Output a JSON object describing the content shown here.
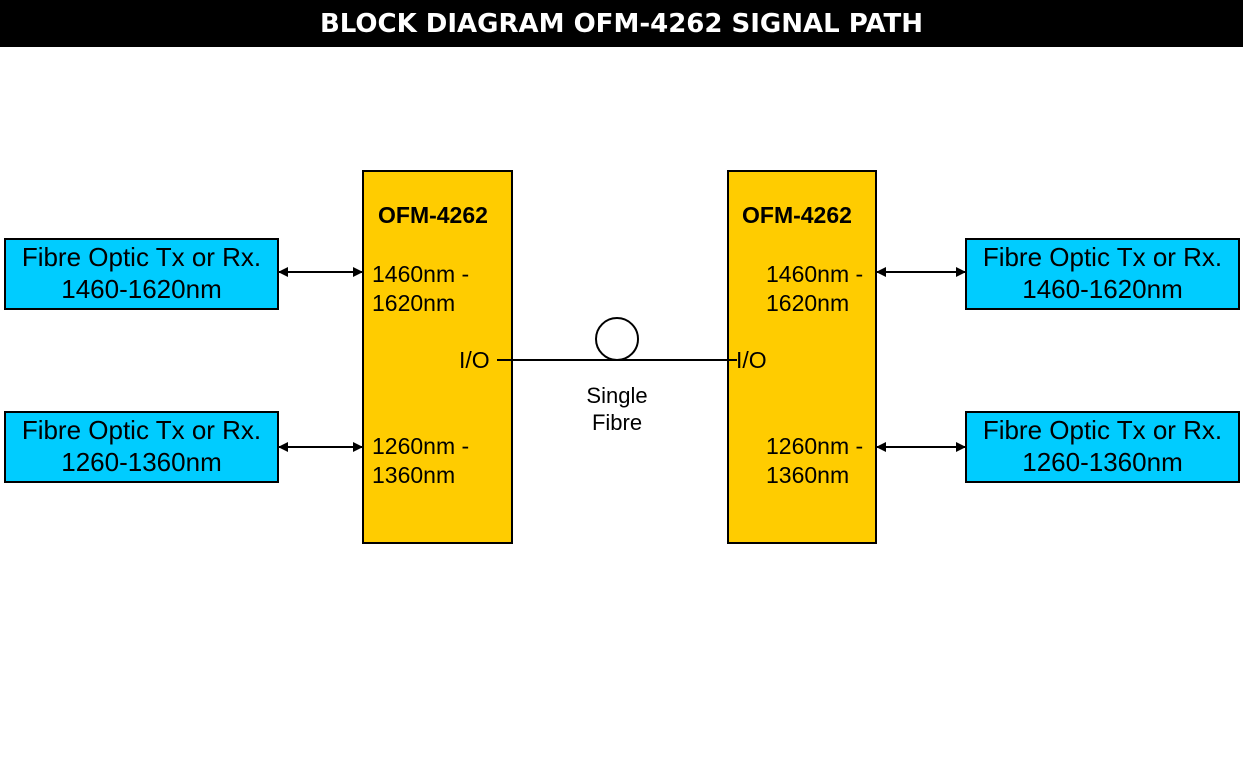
{
  "title": "BLOCK DIAGRAM OFM-4262 SIGNAL PATH",
  "colors": {
    "title_bar": "#000000",
    "external_box": "#00ccff",
    "module_box": "#ffcc00"
  },
  "left_external": [
    {
      "line1": "Fibre Optic Tx or Rx.",
      "line2": "1460-1620nm"
    },
    {
      "line1": "Fibre Optic Tx or Rx.",
      "line2": "1260-1360nm"
    }
  ],
  "right_external": [
    {
      "line1": "Fibre Optic Tx or Rx.",
      "line2": "1460-1620nm"
    },
    {
      "line1": "Fibre Optic Tx or Rx.",
      "line2": "1260-1360nm"
    }
  ],
  "left_module": {
    "name": "OFM-4262",
    "port_high": {
      "line1": "1460nm -",
      "line2": "1620nm"
    },
    "port_low": {
      "line1": "1260nm -",
      "line2": "1360nm"
    },
    "io": "I/O"
  },
  "right_module": {
    "name": "OFM-4262",
    "port_high": {
      "line1": "1460nm -",
      "line2": "1620nm"
    },
    "port_low": {
      "line1": "1260nm -",
      "line2": "1360nm"
    },
    "io": "I/O"
  },
  "fibre": {
    "line1": "Single",
    "line2": "Fibre"
  }
}
